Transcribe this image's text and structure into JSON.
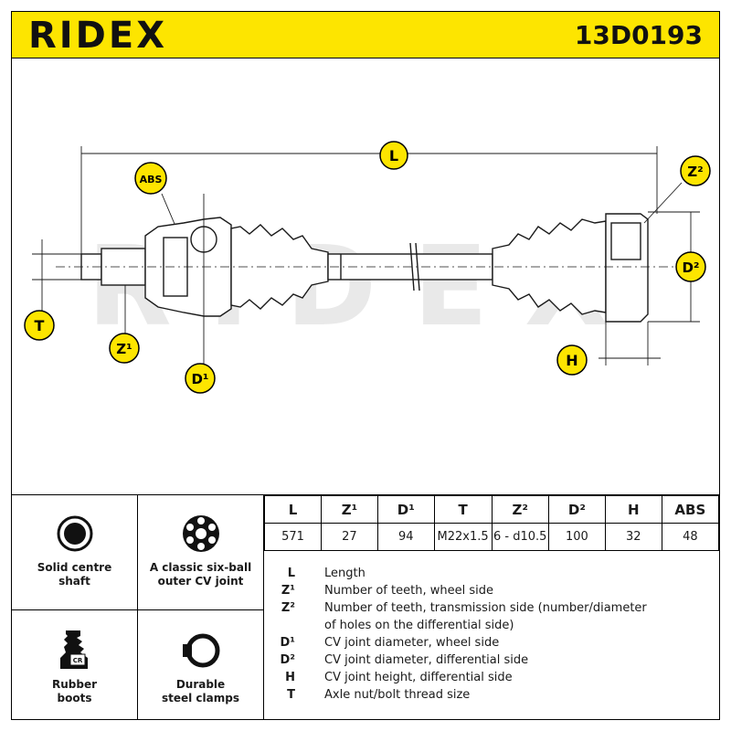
{
  "header": {
    "brand": "RIDEX",
    "part_number": "13D0193"
  },
  "diagram": {
    "watermark": "RIDEX",
    "labels": {
      "L": "L",
      "ABS": "ABS",
      "Z2": "Z²",
      "D2": "D²",
      "T": "T",
      "Z1": "Z¹",
      "D1": "D¹",
      "H": "H"
    }
  },
  "features": [
    {
      "label": "Solid centre\nshaft",
      "icon": "solid-shaft-icon"
    },
    {
      "label": "A classic six-ball\nouter CV joint",
      "icon": "six-ball-joint-icon"
    },
    {
      "label": "Rubber\nboots",
      "icon": "rubber-boot-icon"
    },
    {
      "label": "Durable\nsteel clamps",
      "icon": "steel-clamp-icon"
    }
  ],
  "spec_table": {
    "headers": [
      "L",
      "Z¹",
      "D¹",
      "T",
      "Z²",
      "D²",
      "H",
      "ABS"
    ],
    "values": [
      "571",
      "27",
      "94",
      "M22x1.5",
      "6 - d10.5",
      "100",
      "32",
      "48"
    ]
  },
  "legend": [
    {
      "symbol": "L",
      "text": "Length"
    },
    {
      "symbol": "Z¹",
      "text": "Number of teeth, wheel side"
    },
    {
      "symbol": "Z²",
      "text": "Number of teeth, transmission side (number/diameter"
    },
    {
      "symbol": "",
      "text": "of holes on the differential side)"
    },
    {
      "symbol": "D¹",
      "text": "CV joint diameter, wheel side"
    },
    {
      "symbol": "D²",
      "text": "CV joint diameter, differential side"
    },
    {
      "symbol": "H",
      "text": "CV joint height, differential side"
    },
    {
      "symbol": "T",
      "text": "Axle nut/bolt thread size"
    }
  ],
  "colors": {
    "accent": "#fde500",
    "ink": "#1a1a1a",
    "watermark": "#e9e9e9"
  }
}
